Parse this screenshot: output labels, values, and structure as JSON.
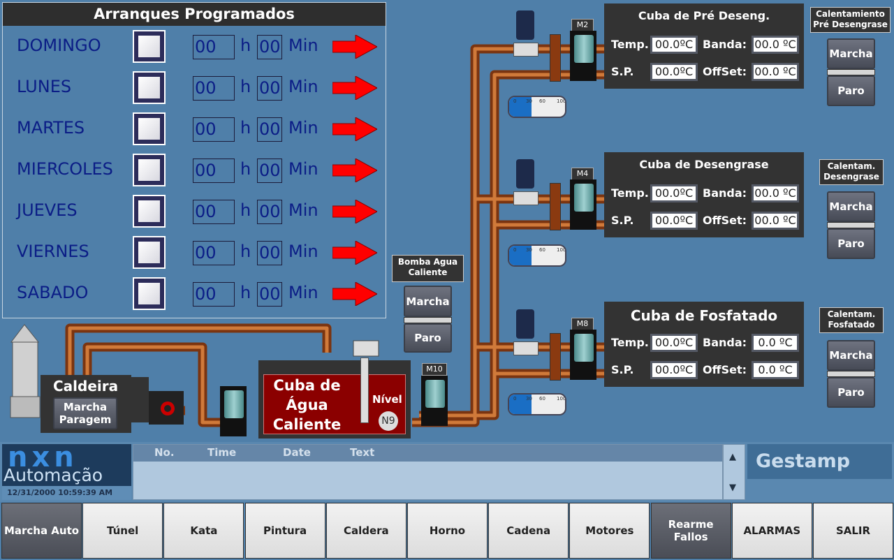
{
  "schedule": {
    "title": "Arranques Programados",
    "hour_unit": "h",
    "min_unit": "Min",
    "days": [
      {
        "name": "DOMINGO",
        "hours": "00",
        "minutes": "00",
        "enabled": false
      },
      {
        "name": "LUNES",
        "hours": "00",
        "minutes": "00",
        "enabled": false
      },
      {
        "name": "MARTES",
        "hours": "00",
        "minutes": "00",
        "enabled": false
      },
      {
        "name": "MIERCOLES",
        "hours": "00",
        "minutes": "00",
        "enabled": false
      },
      {
        "name": "JUEVES",
        "hours": "00",
        "minutes": "00",
        "enabled": false
      },
      {
        "name": "VIERNES",
        "hours": "00",
        "minutes": "00",
        "enabled": false
      },
      {
        "name": "SABADO",
        "hours": "00",
        "minutes": "00",
        "enabled": false
      }
    ]
  },
  "tanks": [
    {
      "title": "Cuba de Pré Deseng.",
      "temp_label": "Temp.",
      "temp": "00.0ºC",
      "sp_label": "S.P.",
      "sp": "00.0ºC",
      "banda_label": "Banda:",
      "banda": "00.0 ºC",
      "offset_label": "OffSet:",
      "offset": "00.0 ºC",
      "motor": "M2",
      "heat_label": "Calentamiento Pré Desengrase",
      "level_pct": 50
    },
    {
      "title": "Cuba de Desengrase",
      "temp_label": "Temp.",
      "temp": "00.0ºC",
      "sp_label": "S.P.",
      "sp": "00.0ºC",
      "banda_label": "Banda:",
      "banda": "00.0 ºC",
      "offset_label": "OffSet:",
      "offset": "00.0 ºC",
      "motor": "M4",
      "heat_label": "Calentam. Desengrase",
      "level_pct": 50
    },
    {
      "title": "Cuba de Fosfatado",
      "temp_label": "Temp.",
      "temp": "00.0ºC",
      "sp_label": "S.P.",
      "sp": "00.0ºC",
      "banda_label": "Banda:",
      "banda": "0.0 ºC",
      "offset_label": "OffSet:",
      "offset": "0.0 ºC",
      "motor": "M8",
      "heat_label": "Calentam. Fosfatado",
      "level_pct": 50
    }
  ],
  "gauge_scale": [
    "0",
    "30",
    "60",
    "100"
  ],
  "controls": {
    "marcha": "Marcha",
    "paro": "Paro"
  },
  "pump": {
    "label": "Bomba Agua Caliente",
    "motor": "M10"
  },
  "boiler": {
    "title": "Caldeira",
    "button": "Marcha Paragem"
  },
  "hot_tank": {
    "title": "Cuba de Água Caliente",
    "level_label": "Nível",
    "level_tag": "N9"
  },
  "logo": {
    "brand": "nxn",
    "sub": "Automação",
    "datetime": "12/31/2000 10:59:39 AM"
  },
  "alarms": {
    "columns": [
      "No.",
      "Time",
      "Date",
      "Text"
    ]
  },
  "brand_right": "Gestamp",
  "nav": [
    "Marcha Auto",
    "Túnel",
    "Kata",
    "Pintura",
    "Caldera",
    "Horno",
    "Cadena",
    "Motores",
    "Rearme Fallos",
    "ALARMAS",
    "SALIR"
  ],
  "colors": {
    "background": "#4f7fa9",
    "pipe": "#b8561c",
    "tank_red": "#8b0000",
    "arrow": "#ff0000"
  }
}
